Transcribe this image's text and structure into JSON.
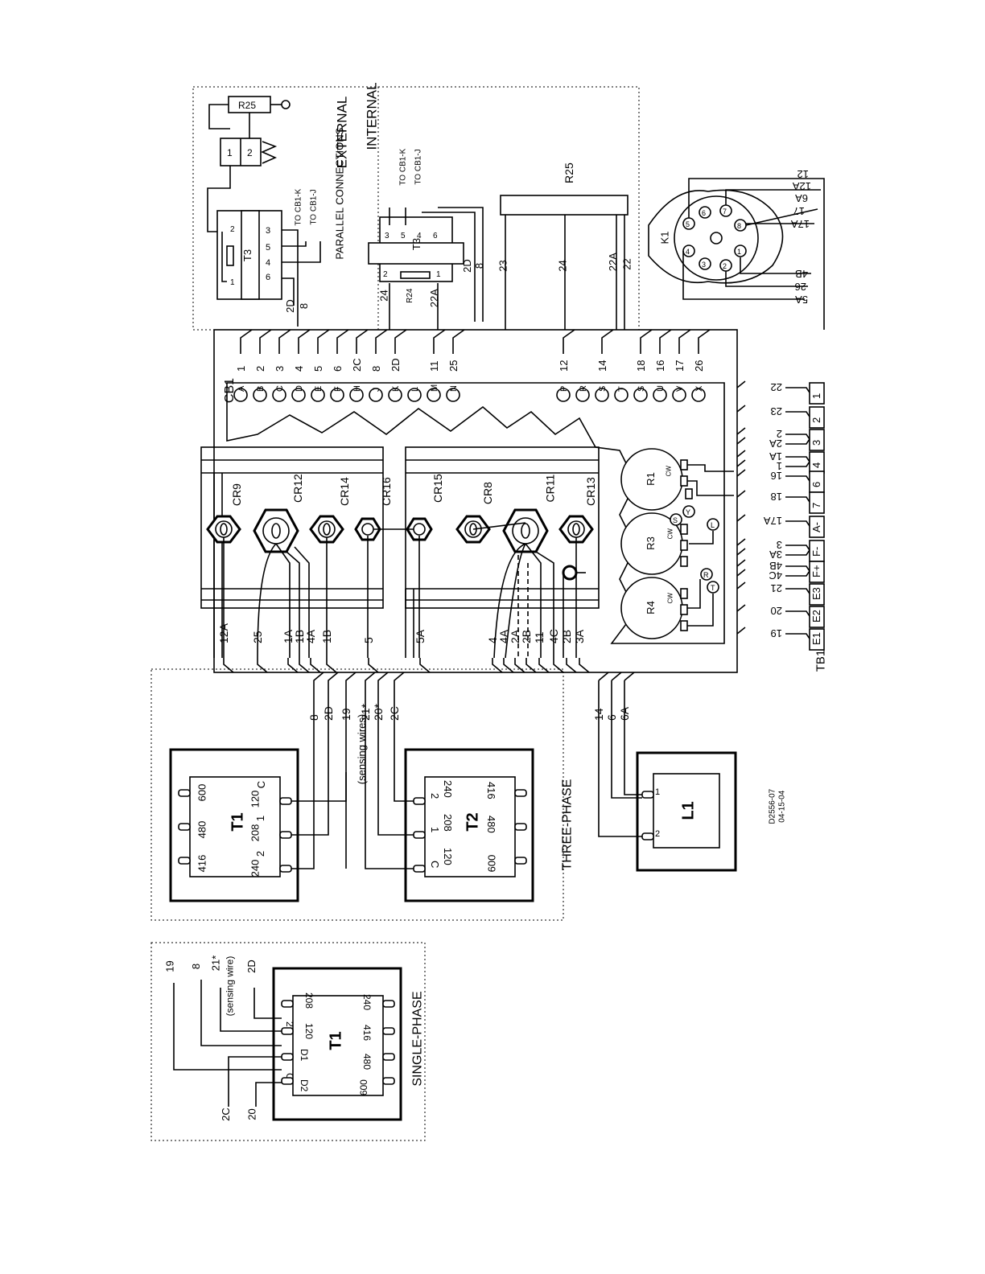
{
  "headers": {
    "external": "EXTERNAL",
    "internal": "INTERNAL",
    "parallel": "PARALLEL CONNECTIONS",
    "three_phase": "THREE-PHASE",
    "single_phase": "SINGLE-PHASE"
  },
  "components": {
    "cb1": "CB1",
    "t3": "T3",
    "t1": "T1",
    "t2": "T2",
    "l1": "L1",
    "k1": "K1",
    "r25": "R25",
    "r24": "R24",
    "tb1": "TB1",
    "r1": "R1",
    "r3": "R3",
    "r4": "R4",
    "cw": "CW",
    "cr": [
      "CR9",
      "CR12",
      "CR14",
      "CR16",
      "CR15",
      "CR8",
      "CR11",
      "CR13"
    ]
  },
  "notes": {
    "to_cb1_k": "TO CB1-K",
    "to_cb1_j": "TO CB1-J",
    "sensing_wires": "(sensing wires)",
    "sensing_wire": "(sensing wire)",
    "drawing_no": "D2556-07",
    "date": "04-15-04"
  },
  "cb1_terminals": [
    {
      "pin": "A",
      "wire": "1"
    },
    {
      "pin": "B",
      "wire": "2"
    },
    {
      "pin": "C",
      "wire": "3"
    },
    {
      "pin": "D",
      "wire": "4"
    },
    {
      "pin": "E",
      "wire": "5"
    },
    {
      "pin": "F",
      "wire": "6"
    },
    {
      "pin": "H",
      "wire": "2C"
    },
    {
      "pin": "J",
      "wire": "8"
    },
    {
      "pin": "K",
      "wire": "2D"
    },
    {
      "pin": "L",
      "wire": ""
    },
    {
      "pin": "M",
      "wire": "11"
    },
    {
      "pin": "N",
      "wire": "25"
    },
    {
      "pin": "P",
      "wire": "12"
    },
    {
      "pin": "R",
      "wire": ""
    },
    {
      "pin": "S",
      "wire": "14"
    },
    {
      "pin": "T",
      "wire": ""
    },
    {
      "pin": "S",
      "wire": "18"
    },
    {
      "pin": "U",
      "wire": "16"
    },
    {
      "pin": "V",
      "wire": "17"
    },
    {
      "pin": "X",
      "wire": "26"
    }
  ],
  "tb1_terminals": [
    {
      "label": "1",
      "wires": [
        "22"
      ]
    },
    {
      "label": "2",
      "wires": [
        "23"
      ]
    },
    {
      "label": "3",
      "wires": [
        "2",
        "2A"
      ]
    },
    {
      "label": "4",
      "wires": [
        "1A",
        "1"
      ]
    },
    {
      "label": "6",
      "wires": [
        "16"
      ]
    },
    {
      "label": "7",
      "wires": [
        "18"
      ]
    },
    {
      "label": "A-",
      "wires": [
        "17A"
      ]
    },
    {
      "label": "F-",
      "wires": [
        "3",
        "3A"
      ]
    },
    {
      "label": "F+",
      "wires": [
        "4B",
        "4C"
      ]
    },
    {
      "label": "E3",
      "wires": [
        "21"
      ]
    },
    {
      "label": "E2",
      "wires": [
        "20"
      ]
    },
    {
      "label": "E1",
      "wires": [
        "19"
      ]
    }
  ],
  "bottom_wires": [
    "12A",
    "25",
    "1A",
    "1B",
    "4A",
    "1B",
    "5",
    "5A",
    "4",
    "4A",
    "2A",
    "2B",
    "11",
    "4C",
    "2B",
    "3A"
  ],
  "transformer_feed_wires": [
    "8",
    "2D",
    "19",
    "21*",
    "20*",
    "2C"
  ],
  "l1_wires": [
    "14",
    "6",
    "6A"
  ],
  "l1_pins": [
    "1",
    "2"
  ],
  "k1_wires": [
    "12",
    "12A",
    "6A",
    "17",
    "17A",
    "4B",
    "26",
    "5A"
  ],
  "k1_pins": [
    "1",
    "2",
    "3",
    "4",
    "5",
    "6",
    "7",
    "8"
  ],
  "resistor_letters": [
    "S",
    "Y",
    "L",
    "R",
    "T"
  ],
  "external_t3": {
    "pins_left": [
      "3",
      "5",
      "4",
      "6"
    ],
    "pins_coil": [
      "2",
      "1"
    ],
    "wires": [
      "2D",
      "8"
    ],
    "relay_pins": [
      "1",
      "2"
    ]
  },
  "internal_t3": {
    "pins": [
      "3",
      "5",
      "4",
      "6"
    ],
    "coil_pins": [
      "2",
      "1"
    ],
    "wires": [
      "24",
      "22A",
      "2D",
      "8"
    ]
  },
  "internal_r25_wires": [
    "23",
    "24",
    "22A",
    "22"
  ],
  "t1_three_phase": {
    "primary": [
      "600",
      "480",
      "416"
    ],
    "secondary": [
      "C",
      "120",
      "1",
      "208",
      "2",
      "240"
    ]
  },
  "t2_three_phase": {
    "primary": [
      "416",
      "480",
      "600"
    ],
    "secondary": [
      "2",
      "240",
      "1",
      "208",
      "C",
      "120"
    ]
  },
  "t1_single_phase": {
    "taps": [
      "208",
      "120",
      "1",
      "D1",
      "C",
      "D2",
      "240",
      "416",
      "480",
      "600",
      "2"
    ],
    "wires": [
      "19",
      "8",
      "21*",
      "2D",
      "2C",
      "20"
    ]
  }
}
